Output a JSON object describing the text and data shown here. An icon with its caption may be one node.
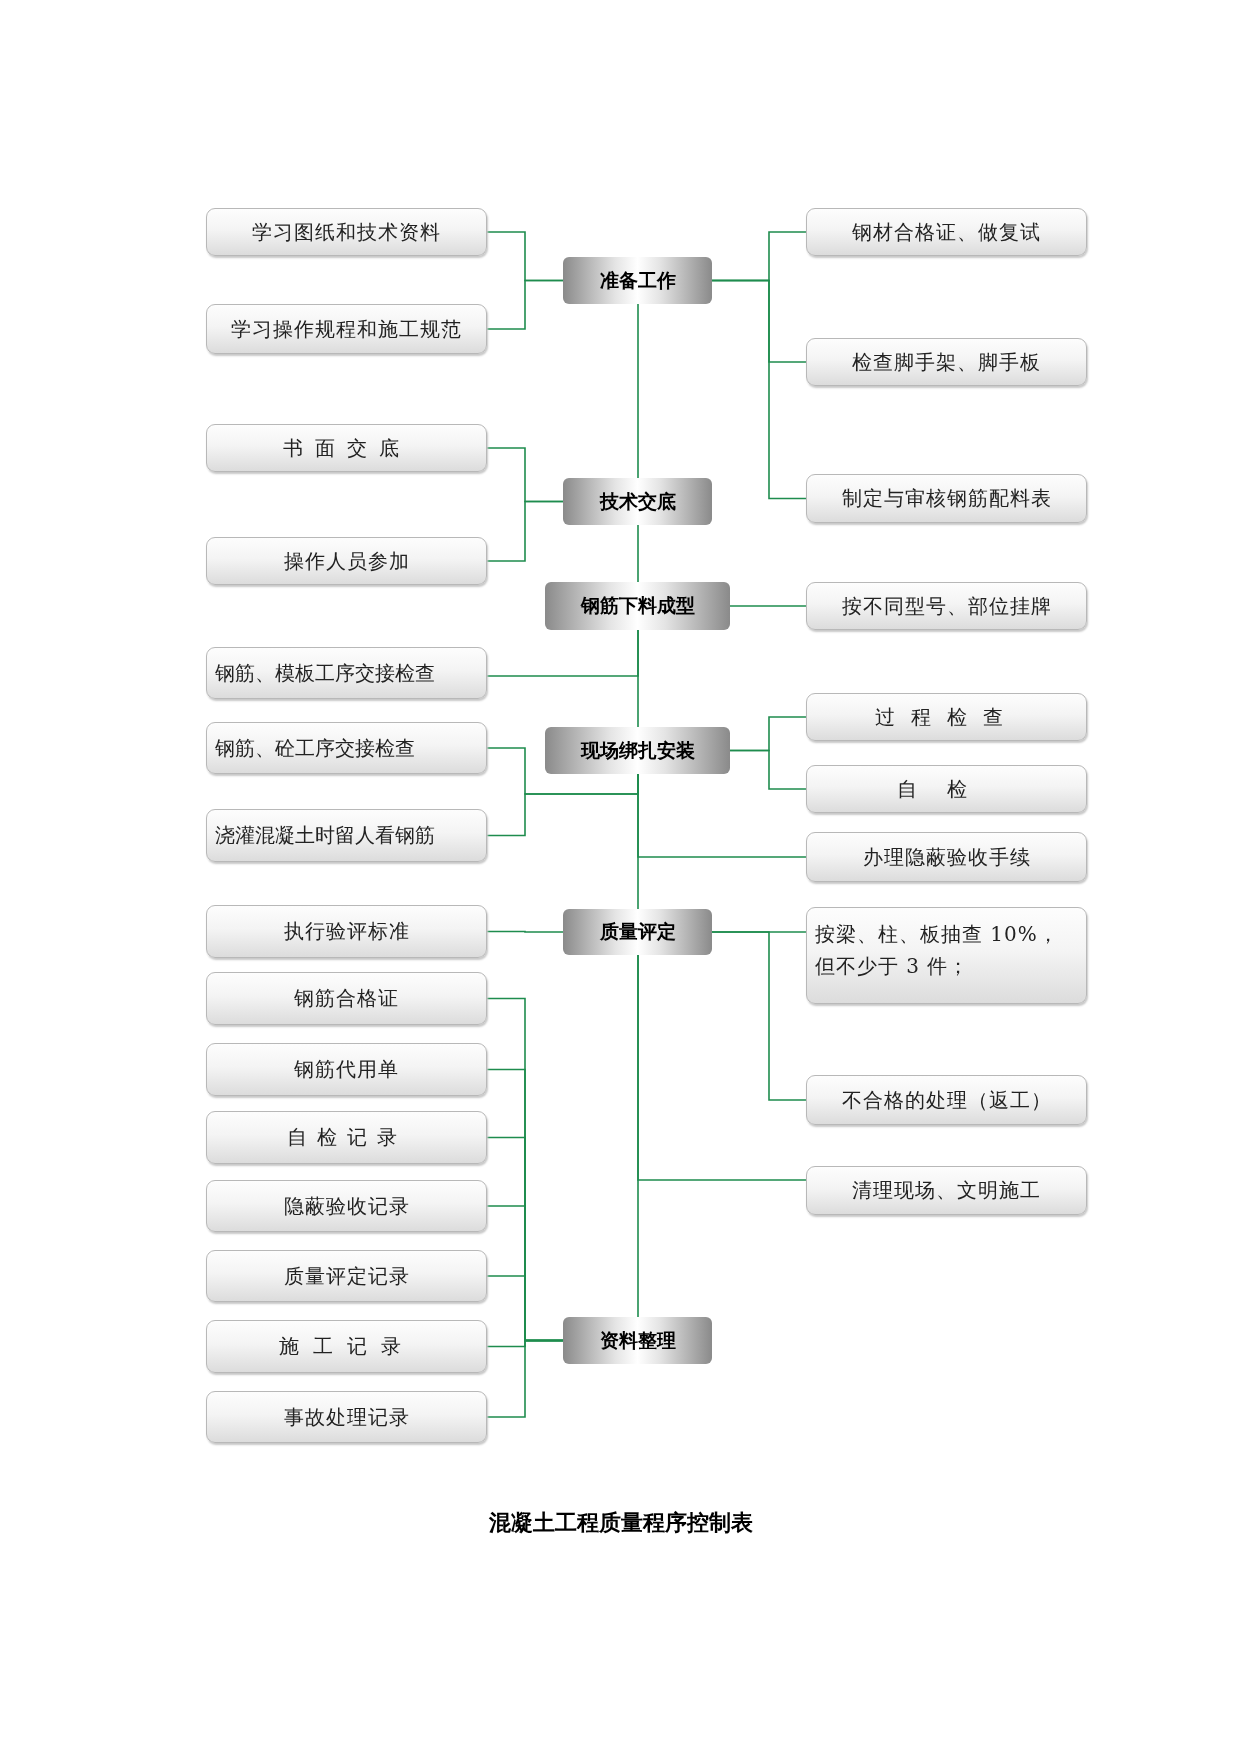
{
  "diagram": {
    "caption": "混凝土工程质量程序控制表",
    "nodes": [
      {
        "text": [
          "学习图纸和技术资料"
        ]
      },
      {
        "text": [
          "准备工作"
        ]
      },
      {
        "text": [
          "钢材合格证、做复试"
        ]
      },
      {
        "text": [
          "学习操作规程和施工规范"
        ]
      },
      {
        "text": [
          "检查脚手架、脚手板"
        ]
      },
      {
        "text": [
          "书面交底"
        ]
      },
      {
        "text": [
          "技术交底"
        ]
      },
      {
        "text": [
          "制定与审核钢筋配料表"
        ]
      },
      {
        "text": [
          "操作人员参加"
        ]
      },
      {
        "text": [
          "钢筋下料成型"
        ]
      },
      {
        "text": [
          "按不同型号、部位挂牌"
        ]
      },
      {
        "text": [
          "钢筋、模板工序交接检查"
        ]
      },
      {
        "text": [
          "过程检查"
        ]
      },
      {
        "text": [
          "钢筋、砼工序交接检查"
        ]
      },
      {
        "text": [
          "现场绑扎安装"
        ]
      },
      {
        "text": [
          "自检"
        ]
      },
      {
        "text": [
          "浇灌混凝土时留人看钢筋"
        ]
      },
      {
        "text": [
          "办理隐蔽验收手续"
        ]
      },
      {
        "text": [
          "执行验评标准"
        ]
      },
      {
        "text": [
          "质量评定"
        ]
      },
      {
        "text": [
          "按梁、柱、板抽查 10%，但不少于 3 件；"
        ]
      },
      {
        "text": [
          "钢筋合格证"
        ]
      },
      {
        "text": [
          "钢筋代用单"
        ]
      },
      {
        "text": [
          "不合格的处理（返工）"
        ]
      },
      {
        "text": [
          "自检记录"
        ]
      },
      {
        "text": [
          "清理现场、文明施工"
        ]
      },
      {
        "text": [
          "隐蔽验收记录"
        ]
      },
      {
        "text": [
          "质量评定记录"
        ]
      },
      {
        "text": [
          "施工记录"
        ]
      },
      {
        "text": [
          "资料整理"
        ]
      },
      {
        "text": [
          "事故处理记录"
        ]
      }
    ],
    "edges": [
      {
        "from": 1,
        "to": 0,
        "arrow": "none"
      },
      {
        "from": 1,
        "to": 3,
        "arrow": "none"
      },
      {
        "from": 1,
        "to": 2,
        "arrow": "none"
      },
      {
        "from": 1,
        "to": 4,
        "arrow": "none"
      },
      {
        "from": 1,
        "to": 7,
        "arrow": "none"
      },
      {
        "from": 1,
        "to": 6,
        "arrow": "none"
      },
      {
        "from": 6,
        "to": 5,
        "arrow": "none"
      },
      {
        "from": 6,
        "to": 8,
        "arrow": "none"
      },
      {
        "from": 6,
        "to": 9,
        "arrow": "none"
      },
      {
        "from": 9,
        "to": 10,
        "arrow": "none"
      },
      {
        "from": 9,
        "to": 11,
        "arrow": "none"
      },
      {
        "from": 9,
        "to": 14,
        "arrow": "none"
      },
      {
        "from": 14,
        "to": 12,
        "arrow": "none"
      },
      {
        "from": 14,
        "to": 15,
        "arrow": "none"
      },
      {
        "from": 14,
        "to": 13,
        "arrow": "none"
      },
      {
        "from": 14,
        "to": 16,
        "arrow": "none"
      },
      {
        "from": 14,
        "to": 17,
        "arrow": "none"
      },
      {
        "from": 14,
        "to": 19,
        "arrow": "none"
      },
      {
        "from": 19,
        "to": 18,
        "arrow": "none"
      },
      {
        "from": 19,
        "to": 20,
        "arrow": "none"
      },
      {
        "from": 19,
        "to": 23,
        "arrow": "none"
      },
      {
        "from": 19,
        "to": 25,
        "arrow": "none"
      },
      {
        "from": 19,
        "to": 29,
        "arrow": "none"
      },
      {
        "from": 29,
        "to": 21,
        "arrow": "none"
      },
      {
        "from": 29,
        "to": 22,
        "arrow": "none"
      },
      {
        "from": 29,
        "to": 24,
        "arrow": "none"
      },
      {
        "from": 29,
        "to": 26,
        "arrow": "none"
      },
      {
        "from": 29,
        "to": 27,
        "arrow": "none"
      },
      {
        "from": 29,
        "to": 28,
        "arrow": "none"
      },
      {
        "from": 29,
        "to": 30,
        "arrow": "none"
      }
    ]
  }
}
